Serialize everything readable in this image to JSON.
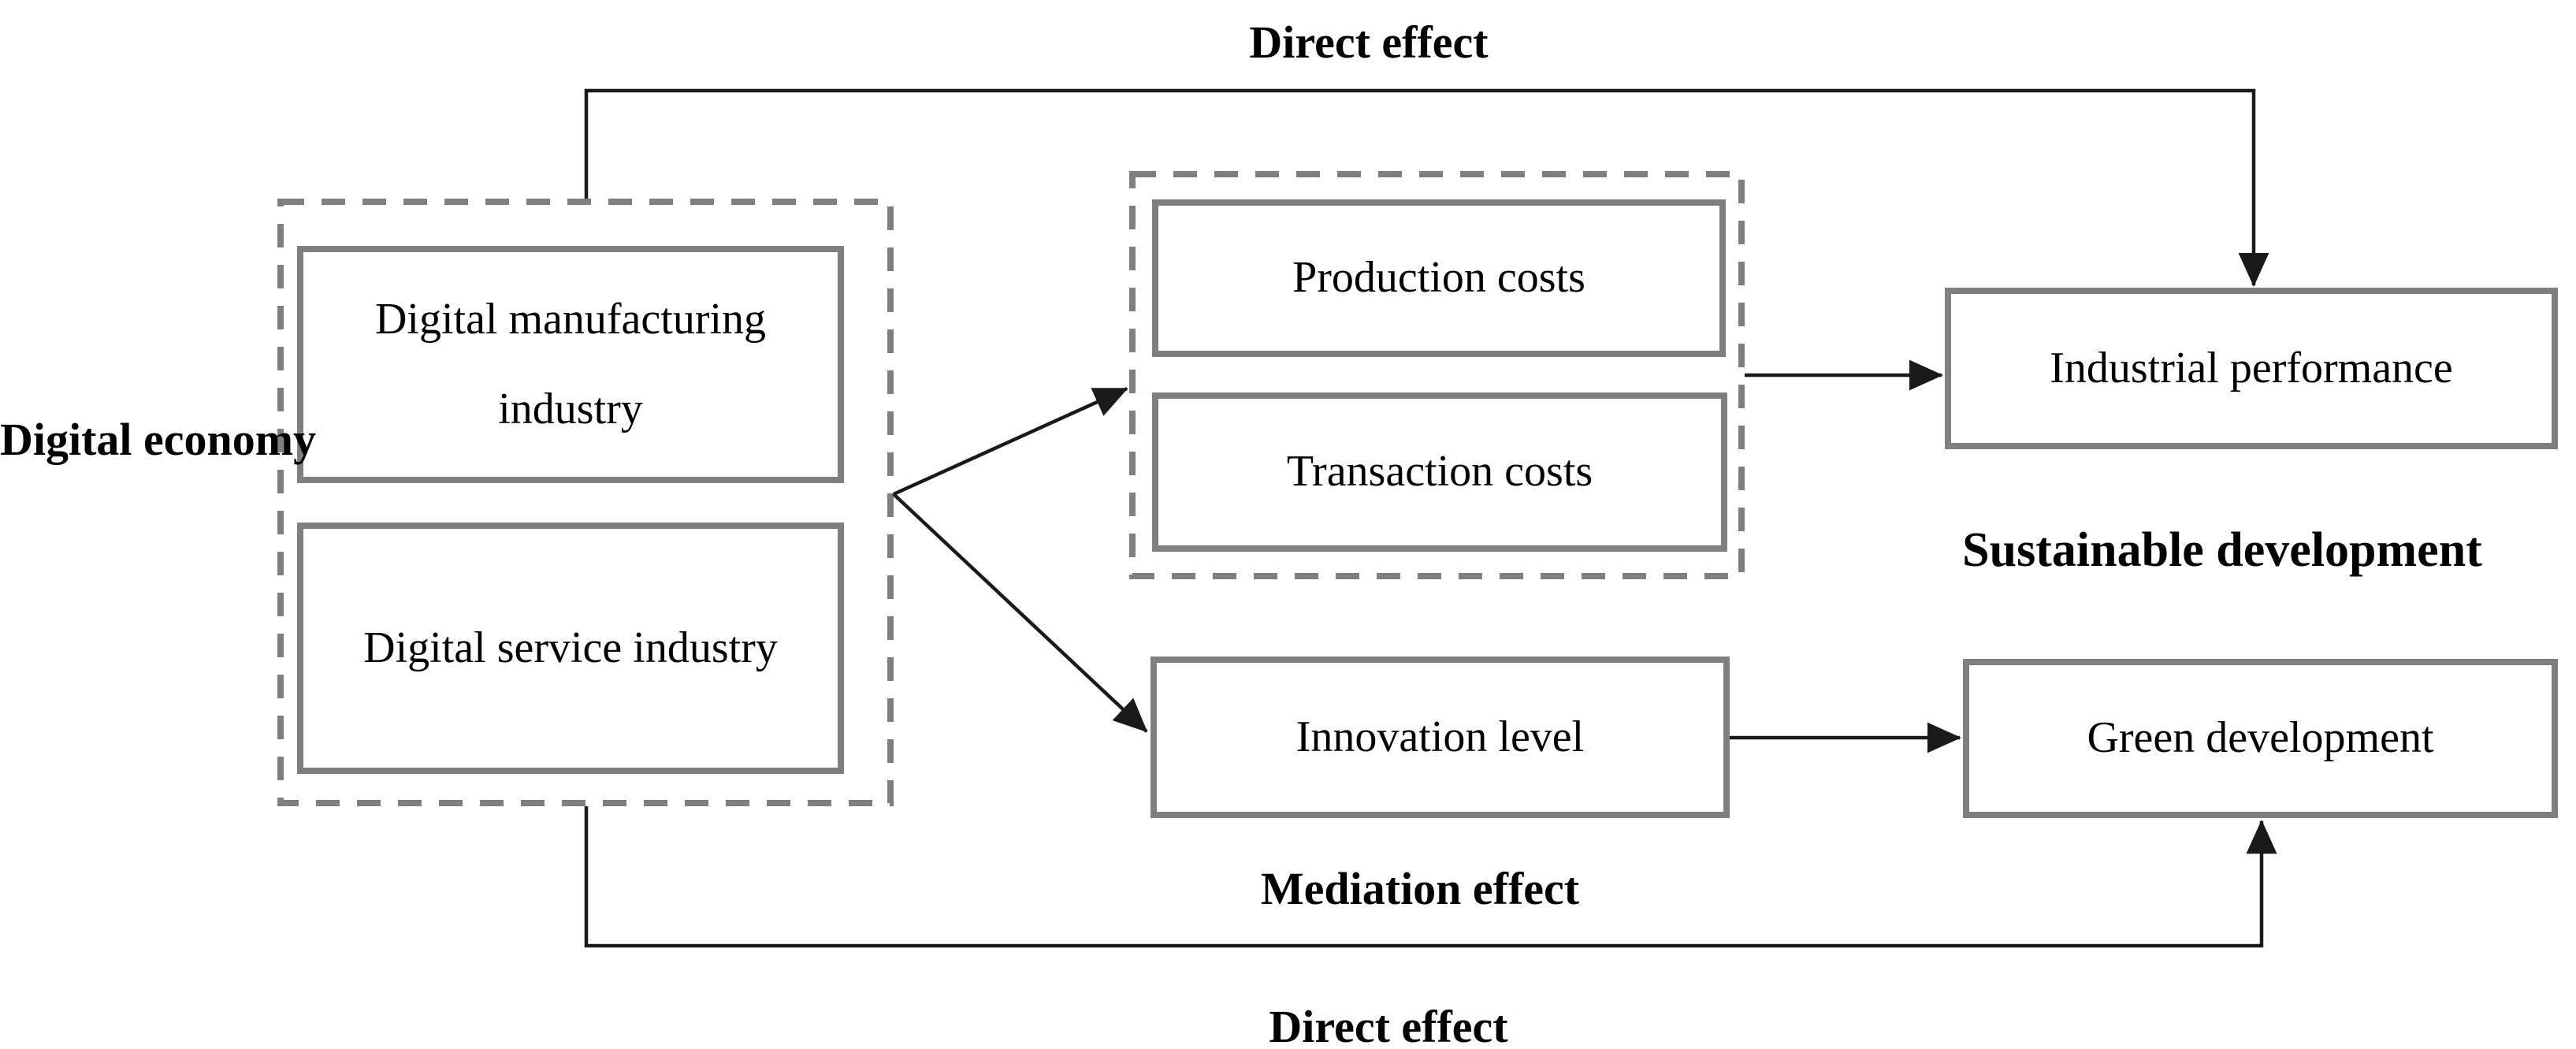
{
  "diagram": {
    "title": "Digital economy, mediation mechanisms and sustainable development framework",
    "labels": {
      "direct_effect_top": "Direct effect",
      "direct_effect_bottom": "Direct effect",
      "mediation_effect": "Mediation effect",
      "digital_economy_line1": "Digital",
      "digital_economy_line2": "economy",
      "sustainable_development": "Sustainable development"
    },
    "nodes": {
      "digital_manufacturing_line1": "Digital manufacturing",
      "digital_manufacturing_line2": "industry",
      "digital_service": "Digital service industry",
      "production_costs": "Production costs",
      "transaction_costs": "Transaction costs",
      "innovation_level": "Innovation level",
      "industrial_performance": "Industrial performance",
      "green_development": "Green development"
    },
    "groups": {
      "digital_economy_group": "dashed container around digital manufacturing industry and digital service industry",
      "costs_group": "dashed container around production costs and transaction costs"
    },
    "colors": {
      "background": "#ffffff",
      "box_border": "#7f7f7f",
      "dashed_border": "#7f7f7f",
      "connector": "#1a1a1a",
      "text": "#000000"
    }
  }
}
